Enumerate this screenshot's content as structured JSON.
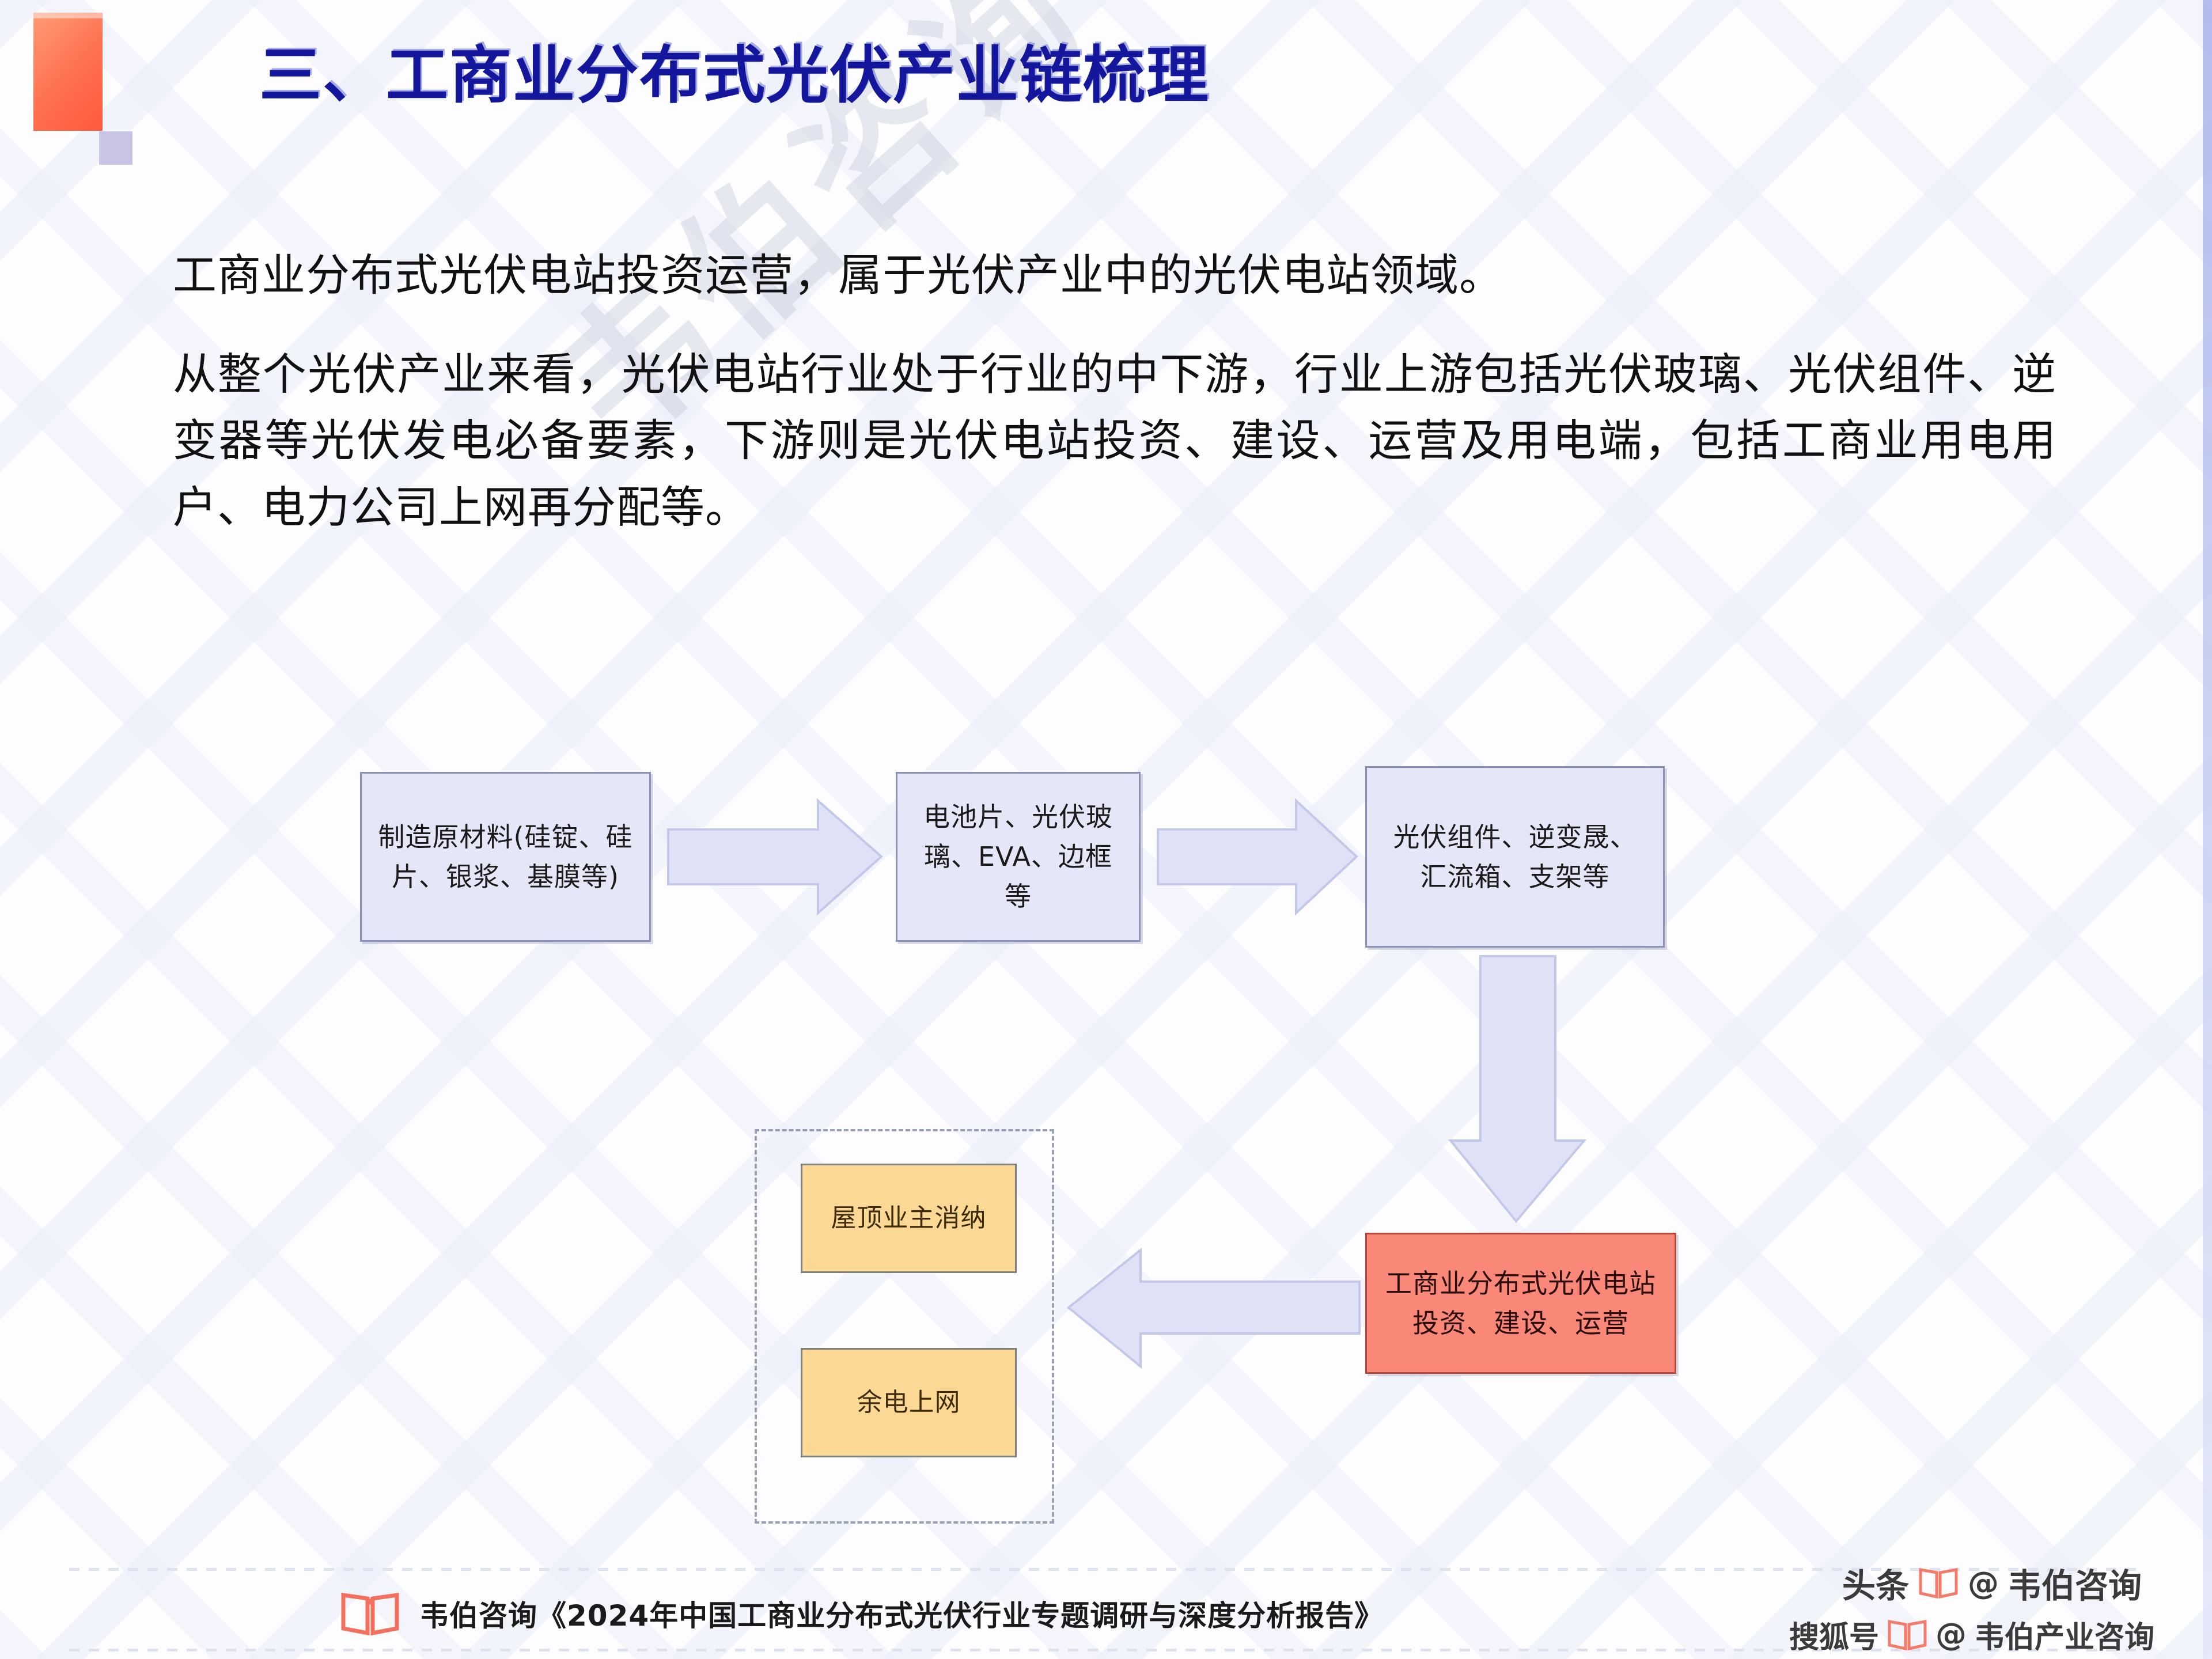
{
  "slide": {
    "title": "三、工商业分布式光伏产业链梳理",
    "title_color": "#14169c",
    "accent_bar_color": "#fd5a3c",
    "accent_square_color": "#c9c3e4"
  },
  "body": {
    "paragraphs": [
      "工商业分布式光伏电站投资运营，属于光伏产业中的光伏电站领域。",
      "从整个光伏产业来看，光伏电站行业处于行业的中下游，行业上游包括光伏玻璃、光伏组件、逆变器等光伏发电必备要素，下游则是光伏电站投资、建设、运营及用电端，包括工商业用电用户、电力公司上网再分配等。"
    ]
  },
  "diagram": {
    "type": "flow",
    "nodes": [
      {
        "id": "upstream-materials",
        "label": "制造原材料(硅锭、硅片、银浆、基膜等)",
        "fill": "#e5e7f8",
        "border": "#8b90b8"
      },
      {
        "id": "cells-glass",
        "label": "电池片、光伏玻璃、EVA、边框等",
        "fill": "#e5e7f8",
        "border": "#8b90b8"
      },
      {
        "id": "modules-inverter",
        "label": "光伏组件、逆变晟、汇流箱、支架等",
        "fill": "#e5e7f8",
        "border": "#8b90b8"
      },
      {
        "id": "station-operation",
        "label": "工商业分布式光伏电站投资、建设、运营",
        "fill": "#f98878",
        "border": "#b6463a"
      },
      {
        "id": "rooftop-owner",
        "label": "屋顶业主消纳",
        "fill": "#fbd994",
        "border": "#7f7f7f"
      },
      {
        "id": "surplus-grid",
        "label": "余电上网",
        "fill": "#fbd994",
        "border": "#7f7f7f"
      }
    ],
    "arrow_color": "#dfe2f6",
    "arrow_border": "#c3c8e8",
    "group_border_color": "#9aa0b5"
  },
  "watermark": {
    "main": "韦伯咨询·com"
  },
  "footer": {
    "source": "韦伯咨询《2024年中国工商业分布式光伏行业专题调研与深度分析报告》",
    "book_icon": "book-icon"
  },
  "brands": {
    "toutiao": {
      "platform": "头条",
      "at": "@",
      "account": "韦伯咨询",
      "icon": "book-icon"
    },
    "sohu": {
      "platform": "搜狐号",
      "at": "@",
      "account": "韦伯产业咨询",
      "icon": "book-icon"
    }
  }
}
